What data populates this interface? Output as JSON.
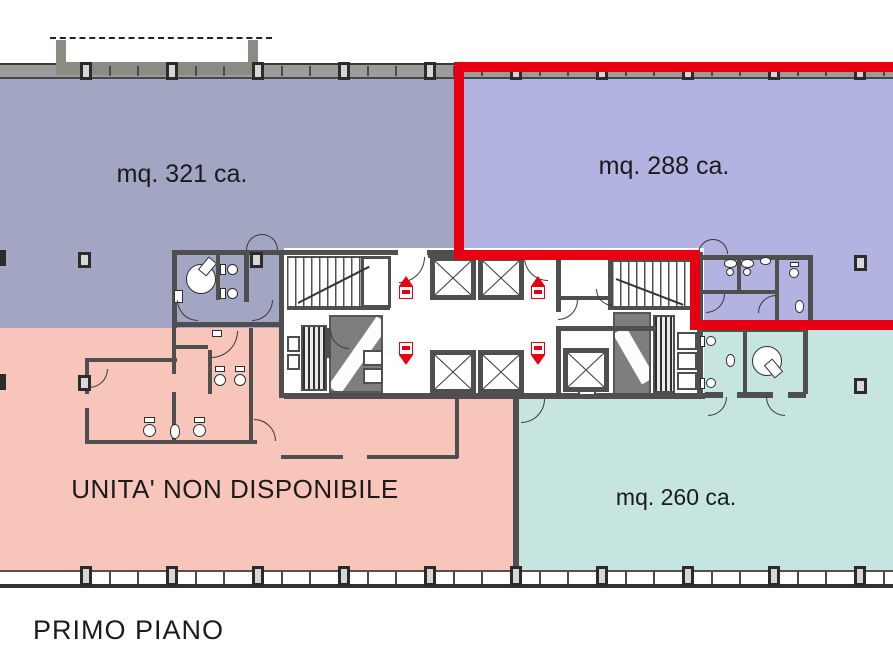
{
  "floor_plan": {
    "floor_label": "PRIMO PIANO",
    "units": [
      {
        "id": "unit-321",
        "area_label": "mq. 321 ca.",
        "color": "#a3a6c3",
        "status": "available"
      },
      {
        "id": "unit-288",
        "area_label": "mq. 288 ca.",
        "color": "#b2b3e0",
        "status": "highlighted-red-outline"
      },
      {
        "id": "unit-260",
        "area_label": "mq. 260 ca.",
        "color": "#c6e5e1",
        "status": "available"
      },
      {
        "id": "unit-na",
        "area_label": "UNITA' NON DISPONIBILE",
        "color": "#f8c5ba",
        "status": "unavailable"
      }
    ],
    "colors": {
      "highlight_outline": "#e60012",
      "wall": "#4f4f4f",
      "facade_band": "#9c9c9c",
      "text": "#1b1b1b",
      "background": "#ffffff"
    },
    "icons": [
      {
        "name": "stair-direction-marker-up-left-corridor"
      },
      {
        "name": "stair-direction-marker-down-left-corridor"
      },
      {
        "name": "stair-direction-marker-up-right-corridor"
      },
      {
        "name": "stair-direction-marker-down-right-corridor"
      }
    ]
  }
}
